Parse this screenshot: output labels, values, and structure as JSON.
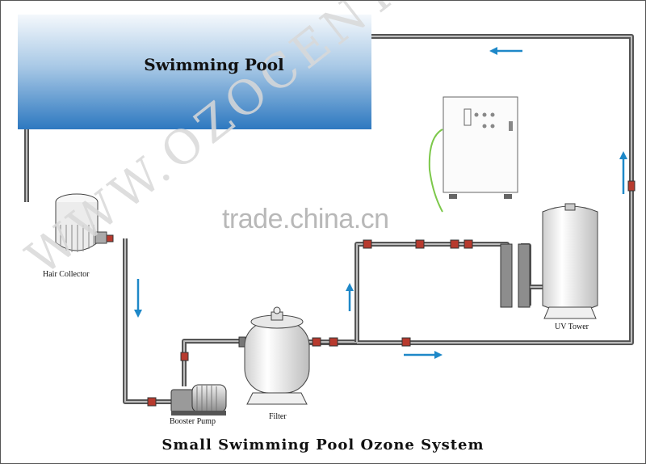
{
  "diagram": {
    "pool_label": "Swimming Pool",
    "hair_collector_label": "Hair Collector",
    "booster_pump_label": "Booster Pump",
    "filter_label": "Filter",
    "uv_tower_label": "UV Tower",
    "caption": "Small Swimming Pool Ozone System"
  },
  "watermarks": {
    "trade": "trade.china.cn",
    "site": "WWW.OZOCENTER.COM"
  },
  "colors": {
    "pipe": "#5a5a5a",
    "arrow": "#1e88c8",
    "pool_top": "#e8f1fa",
    "pool_bottom": "#2f7ec4",
    "ozone_tube": "#7cc84a"
  }
}
